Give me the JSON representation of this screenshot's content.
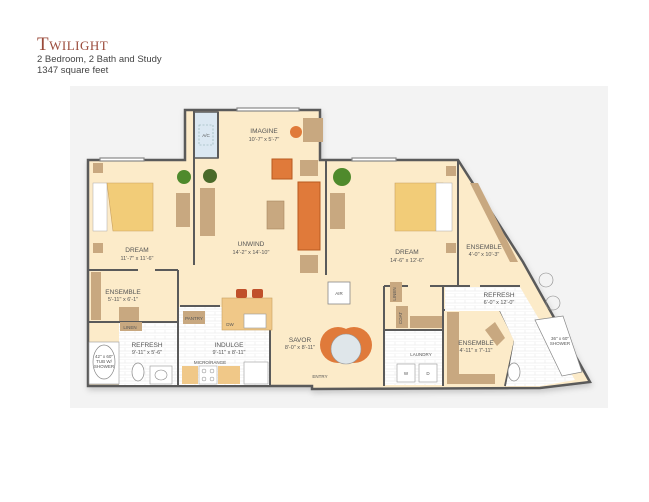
{
  "header": {
    "title": "Twilight",
    "subtitle": "2 Bedroom, 2 Bath and Study",
    "area": "1347 square feet"
  },
  "colors": {
    "title": "#9a4a3a",
    "floor": "#fcebc9",
    "wall": "#5a5a5a",
    "tile": "#ffffff",
    "wood": "#c8a880",
    "bed": "#f2cc78",
    "sofa": "#e07a3a",
    "counter": "#f0c888",
    "ac": "#dbe8f2",
    "panel": "#f3f3f3"
  },
  "rooms": {
    "imagine": {
      "name": "IMAGINE",
      "dims": "10'-7\" x 5'-7\""
    },
    "unwind": {
      "name": "UNWIND",
      "dims": "14'-2\" x 14'-10\""
    },
    "dream_left": {
      "name": "DREAM",
      "dims": "11'-7\" x 11'-6\""
    },
    "dream_right": {
      "name": "DREAM",
      "dims": "14'-6\" x 12'-6\""
    },
    "ensemble_left": {
      "name": "ENSEMBLE",
      "dims": "5'-11\" x 6'-1\""
    },
    "ensemble_right_top": {
      "name": "ENSEMBLE",
      "dims": "4'-0\" x 10'-3\""
    },
    "ensemble_right_bottom": {
      "name": "ENSEMBLE",
      "dims": "4'-11\" x 7'-11\""
    },
    "refresh_left": {
      "name": "REFRESH",
      "dims": "9'-11\" x 5'-6\""
    },
    "refresh_right": {
      "name": "REFRESH",
      "dims": "6'-0\" x 12'-0\""
    },
    "indulge": {
      "name": "INDULGE",
      "dims": "9'-11\" x 8'-11\""
    },
    "savor": {
      "name": "SAVOR",
      "dims": "8'-0\" x 8'-11\""
    }
  },
  "fixtures": {
    "ac": "A/C",
    "air": "AIR",
    "pantry": "PANTRY",
    "dw": "DW",
    "micro_range": "MICRO/RANGE",
    "linen_left": "LINEN",
    "linen_right": "LINEN",
    "coat": "COAT",
    "laundry": "LAUNDRY",
    "washer": "W",
    "dryer": "D",
    "entry": "ENTRY",
    "tub_line1": "42\" x 60\"",
    "tub_line2": "TUB W/",
    "tub_line3": "SHOWER",
    "shower_line1": "36\" x 60\"",
    "shower_line2": "SHOWER"
  }
}
